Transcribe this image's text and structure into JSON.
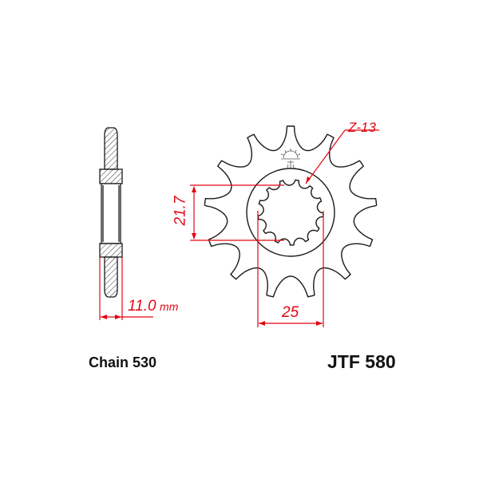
{
  "colors": {
    "dimension": "#e30613",
    "outline": "#1a1a1a"
  },
  "sprocket": {
    "teeth_label": "Z-13",
    "teeth": 13,
    "splines": 13
  },
  "dimensions": {
    "spline_inner": "21.7",
    "spline_outer": "25",
    "thickness": "11.0",
    "thickness_unit": "mm"
  },
  "footer": {
    "chain": "Chain 530",
    "part_number": "JTF 580"
  }
}
